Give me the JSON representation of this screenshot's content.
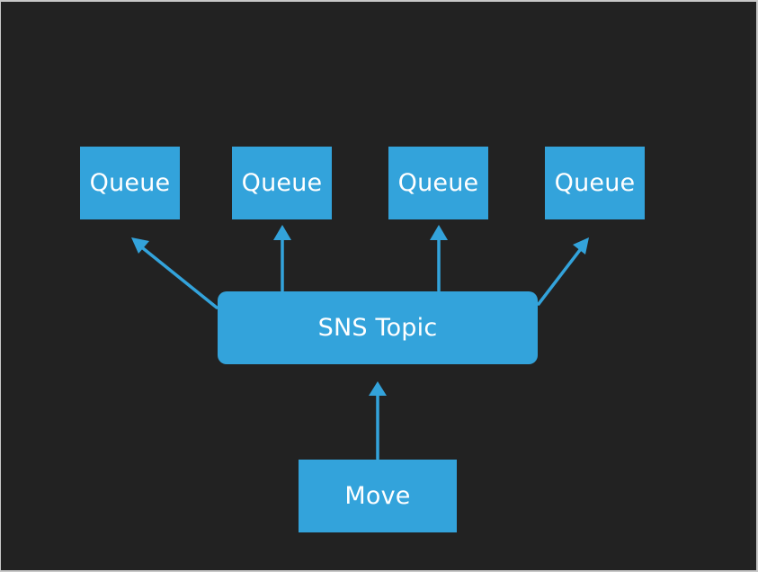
{
  "colors": {
    "background": "#222222",
    "box_fill": "#33a3db",
    "arrow": "#33a3db",
    "text": "#ffffff"
  },
  "diagram": {
    "queues": [
      {
        "label": "Queue"
      },
      {
        "label": "Queue"
      },
      {
        "label": "Queue"
      },
      {
        "label": "Queue"
      }
    ],
    "topic": {
      "label": "SNS Topic"
    },
    "source": {
      "label": "Move"
    },
    "edges": [
      {
        "from": "source",
        "to": "topic"
      },
      {
        "from": "topic",
        "to": "queue-1"
      },
      {
        "from": "topic",
        "to": "queue-2"
      },
      {
        "from": "topic",
        "to": "queue-3"
      },
      {
        "from": "topic",
        "to": "queue-4"
      }
    ]
  }
}
